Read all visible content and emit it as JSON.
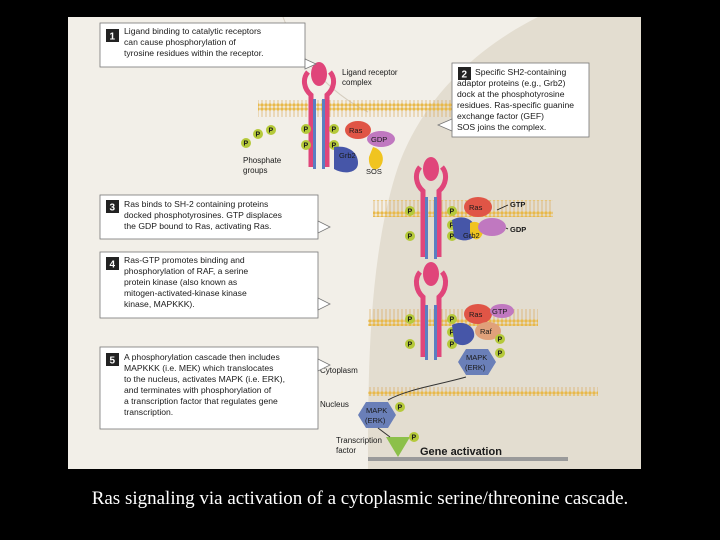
{
  "caption": "Ras signaling via activation of a cytoplasmic serine/threonine cascade.",
  "steps": [
    {
      "num": "1",
      "lines": [
        "Ligand binding to catalytic receptors",
        "can cause phosphorylation of",
        "tyrosine residues within the receptor."
      ]
    },
    {
      "num": "2",
      "lines": [
        "Specific SH2-containing",
        "adaptor proteins (e.g., Grb2)",
        "dock at the phosphotyrosine",
        "residues. Ras-specific guanine",
        "exchange factor (GEF)",
        "SOS joins the complex."
      ]
    },
    {
      "num": "3",
      "lines": [
        "Ras binds to SH-2 containing proteins",
        "docked phosphotyrosines. GTP displaces",
        "the GDP bound to Ras, activating Ras."
      ]
    },
    {
      "num": "4",
      "lines": [
        "Ras-GTP promotes binding and",
        "phosphorylation of RAF, a serine",
        "protein kinase (also known as",
        "mitogen-activated-kinase kinase",
        "kinase, MAPKKK)."
      ]
    },
    {
      "num": "5",
      "lines": [
        "A phosphorylation cascade then includes",
        "MAPKKK (i.e. MEK) which translocates",
        "to the nucleus, activates MAPK (i.e. ERK),",
        "and terminates with phosphorylation of",
        "a transcription factor that regulates gene",
        "transcription."
      ]
    }
  ],
  "labels": {
    "ligand_receptor_complex": [
      "Ligand receptor",
      "complex"
    ],
    "phosphate_groups": [
      "Phosphate",
      "groups"
    ],
    "cytoplasm": "Cytoplasm",
    "nucleus": "Nucleus",
    "transcription_factor": [
      "Transcription",
      "factor"
    ],
    "gene_activation": "Gene activation",
    "phosphate": "P"
  },
  "molecules": {
    "ras": "Ras",
    "gdp": "GDP",
    "gtp": "GTP",
    "grb2": "Grb2",
    "sos": "SOS",
    "raf": "Raf",
    "mapk_erk": [
      "MAPK",
      "(ERK)"
    ]
  },
  "colors": {
    "panel": "#f2efe8",
    "cytoplasm_band": "#e3ddd0",
    "membrane_head": "#e8b84a",
    "receptor_pink": "#e0457a",
    "receptor_blue": "#5a7fc2",
    "phosphate_green": "#b5c93a",
    "ras_red": "#e05546",
    "gdp_purple": "#c078c0",
    "grb2_blue": "#4656a8",
    "sos_yellow": "#f0c420",
    "mapk_blue": "#6a7fb8",
    "transcription_green": "#8cc04a"
  }
}
